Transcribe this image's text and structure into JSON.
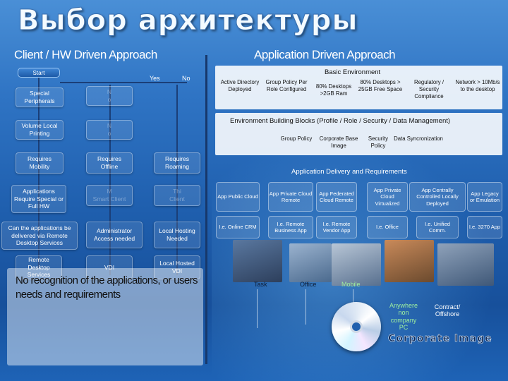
{
  "title": "Выбор архитектуры",
  "left": {
    "heading": "Client / HW Driven Approach",
    "start": "Start",
    "yes": "Yes",
    "no": "No",
    "flow": [
      {
        "id": "special",
        "text": "Special Peripherals"
      },
      {
        "id": "q1",
        "text": "N\no"
      },
      {
        "id": "volume",
        "text": "Volume Local Printing"
      },
      {
        "id": "q2",
        "text": "N\no"
      },
      {
        "id": "mobility",
        "text": "Requires Mobility"
      },
      {
        "id": "offline",
        "text": "Requires Offline"
      },
      {
        "id": "roaming",
        "text": "Requires Roaming"
      },
      {
        "id": "apps",
        "text": "Applications Require Special or Full HW"
      },
      {
        "id": "smart",
        "text": "M\nSmart Client"
      },
      {
        "id": "thin",
        "text": "Thi\nClient"
      },
      {
        "id": "rds",
        "text": "Can the applications be delivered via Remote Desktop Services"
      },
      {
        "id": "admin",
        "text": "Administrator Access needed"
      },
      {
        "id": "localhost",
        "text": "Local Hosting Needed"
      },
      {
        "id": "rdsvc",
        "text": "Remote Desktop Services"
      },
      {
        "id": "vdi",
        "text": "VDI"
      },
      {
        "id": "lhvdi",
        "text": "Local Hosted VDI"
      }
    ],
    "note": "No recognition of the applications, or users needs and requirements"
  },
  "right": {
    "heading": "Application Driven Approach",
    "basic": {
      "title": "Basic Environment",
      "cells": [
        "Active Directory Deployed",
        "Group Policy Per Role Configured",
        "80% Desktops >2GB Ram",
        "80% Desktops > 25GB Free Space",
        "Regulatory / Security Compliance",
        "Network > 10Mb/s to the desktop"
      ]
    },
    "ebb": {
      "title": "Environment Building Blocks (Profile / Role / Security / Data Management)",
      "cells": [
        "Group Policy",
        "Corporate Base Image",
        "Security Policy",
        "Data Syncronization"
      ]
    },
    "delivery": {
      "title": "Application Delivery and Requirements",
      "apps": [
        "App Public Cloud",
        "App Private Cloud Remote",
        "App Federated Cloud Remote",
        "App Private Cloud Virtualized",
        "App Centrally Controlled Locally Deployed",
        "App Legacy or Emulation"
      ],
      "examples": [
        "I.e. Online CRM",
        "I.e. Remote Business App",
        "I.e. Remote Vendor App",
        "I.e. Office",
        "I.e. Unified Comm.",
        "I.e. 3270 App"
      ]
    },
    "users": [
      "Task",
      "Office",
      "Mobile",
      "Anywhere non company PC",
      "Contract/ Offshore"
    ],
    "corporate": "Corporate Image"
  }
}
